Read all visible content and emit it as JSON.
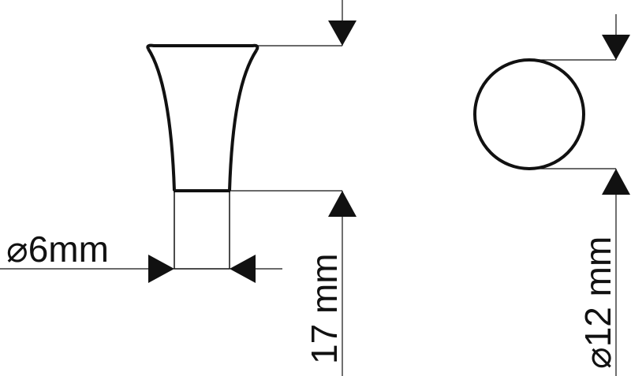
{
  "diagram": {
    "labels": {
      "stem_diameter": "⌀6mm",
      "height": "17 mm",
      "head_diameter": "⌀12 mm"
    },
    "colors": {
      "stroke": "#111111",
      "background": "#ffffff"
    },
    "views": [
      "side-view",
      "top-view"
    ]
  }
}
